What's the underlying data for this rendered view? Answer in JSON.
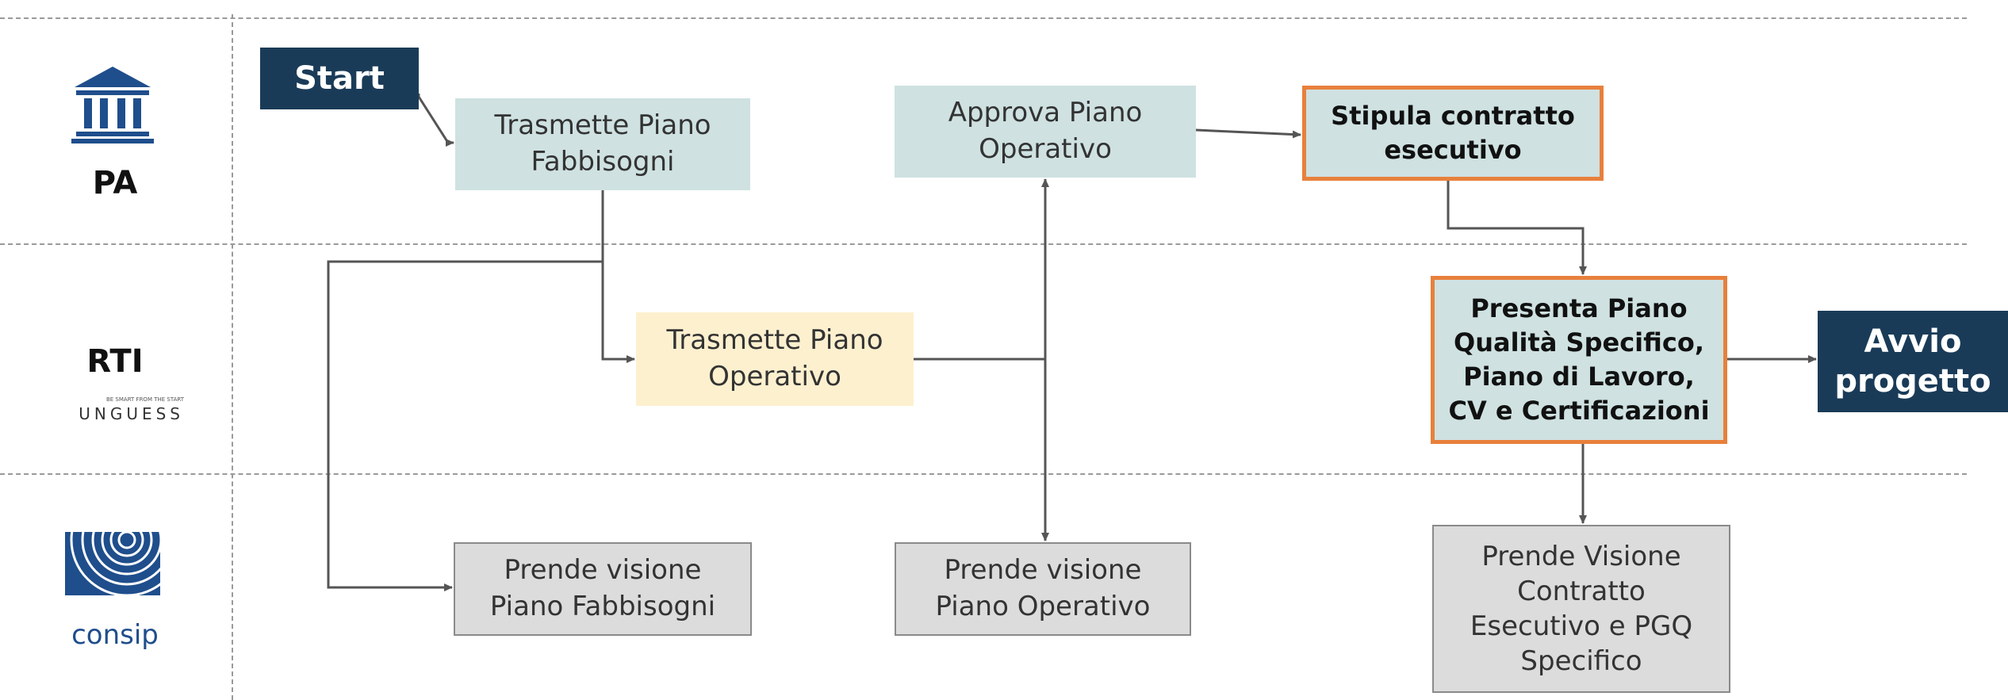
{
  "lanes": {
    "pa": {
      "label": "PA",
      "icon": "bank-building-icon"
    },
    "rti": {
      "label": "RTI",
      "logo_text": "UNGUESS",
      "logo_tagline": "BE SMART FROM THE START"
    },
    "consip": {
      "label": "consip",
      "icon": "consip-logo-icon",
      "color": "#1f4e8c"
    }
  },
  "nodes": {
    "start": "Start",
    "trasmette_fabbisogni": "Trasmette Piano\nFabbisogni",
    "approva_operativo": "Approva Piano\nOperativo",
    "stipula": "Stipula contratto\nesecutivo",
    "trasmette_operativo": "Trasmette Piano\nOperativo",
    "presenta": "Presenta Piano\nQualità Specifico,\nPiano di Lavoro,\nCV e Certificazioni",
    "avvio": "Avvio\nprogetto",
    "prende_fabbisogni": "Prende visione\nPiano Fabbisogni",
    "prende_operativo": "Prende visione\nPiano Operativo",
    "prende_contratto": "Prende Visione\nContratto\nEsecutivo e PGQ\nSpecifico"
  },
  "colors": {
    "dark_navy": "#1a3b58",
    "light_blue": "#cfe1e1",
    "light_yellow": "#fdf0cf",
    "gray": "#dcdcdc",
    "highlight_orange": "#e8803c",
    "connector": "#555555"
  }
}
